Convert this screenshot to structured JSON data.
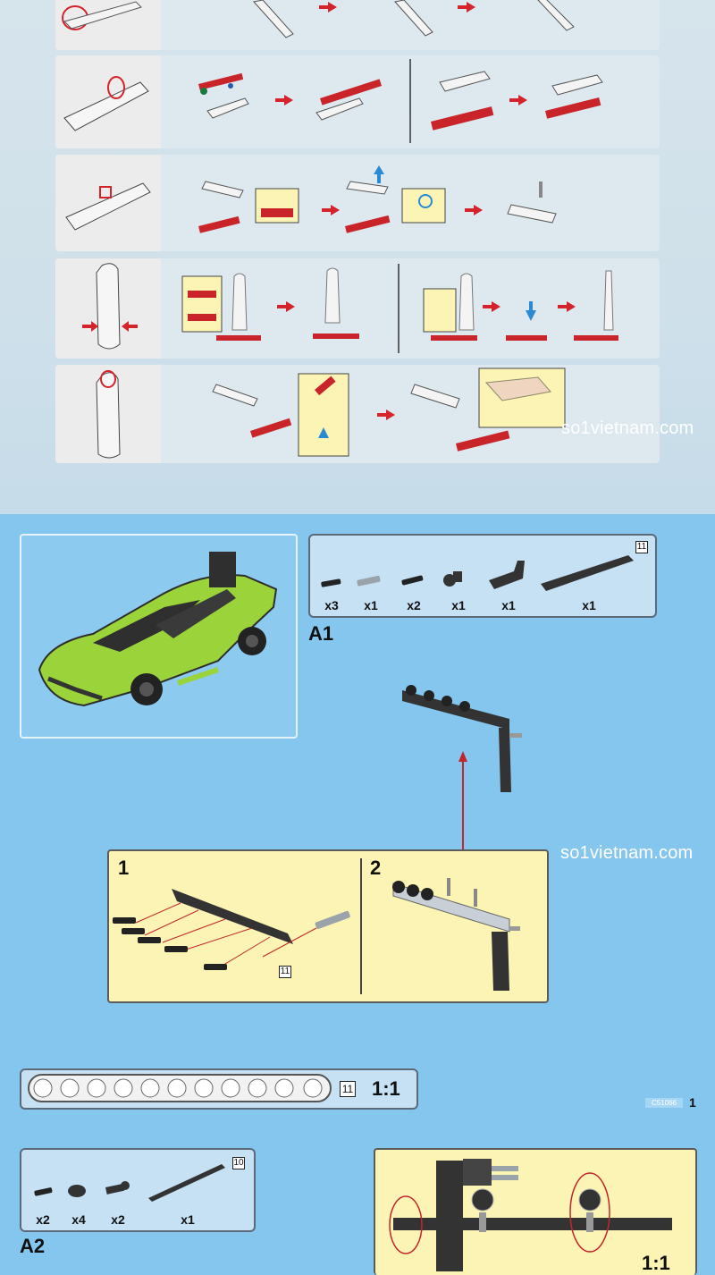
{
  "watermarks": [
    "so1vietnam.com",
    "so1vietnam.com"
  ],
  "section_a1": {
    "label": "A1",
    "parts": [
      {
        "count": "x3",
        "icon": "black-pin"
      },
      {
        "count": "x1",
        "icon": "grey-axle-pin"
      },
      {
        "count": "x2",
        "icon": "black-friction-pin"
      },
      {
        "count": "x1",
        "icon": "black-connector"
      },
      {
        "count": "x1",
        "icon": "l-beam"
      },
      {
        "count": "x1",
        "icon": "beam-11"
      }
    ],
    "beam_size": "11"
  },
  "steps": [
    {
      "num": "1",
      "beam_size": "11"
    },
    {
      "num": "2"
    }
  ],
  "ruler": {
    "size": "11",
    "scale": "1:1"
  },
  "page": {
    "code": "C51066",
    "number": "1"
  },
  "section_a2": {
    "label": "A2",
    "parts": [
      {
        "count": "x2",
        "icon": "black-pin"
      },
      {
        "count": "x4",
        "icon": "bush"
      },
      {
        "count": "x2",
        "icon": "axle-connector"
      },
      {
        "count": "x1",
        "icon": "axle-10"
      }
    ],
    "axle_size": "10",
    "scale": "1:1"
  },
  "colors": {
    "page_bg": "#85c6ee",
    "callout_bg": "#fbf4b4",
    "top_bg": "#d6e4ec",
    "car_green": "#9bd33a"
  }
}
